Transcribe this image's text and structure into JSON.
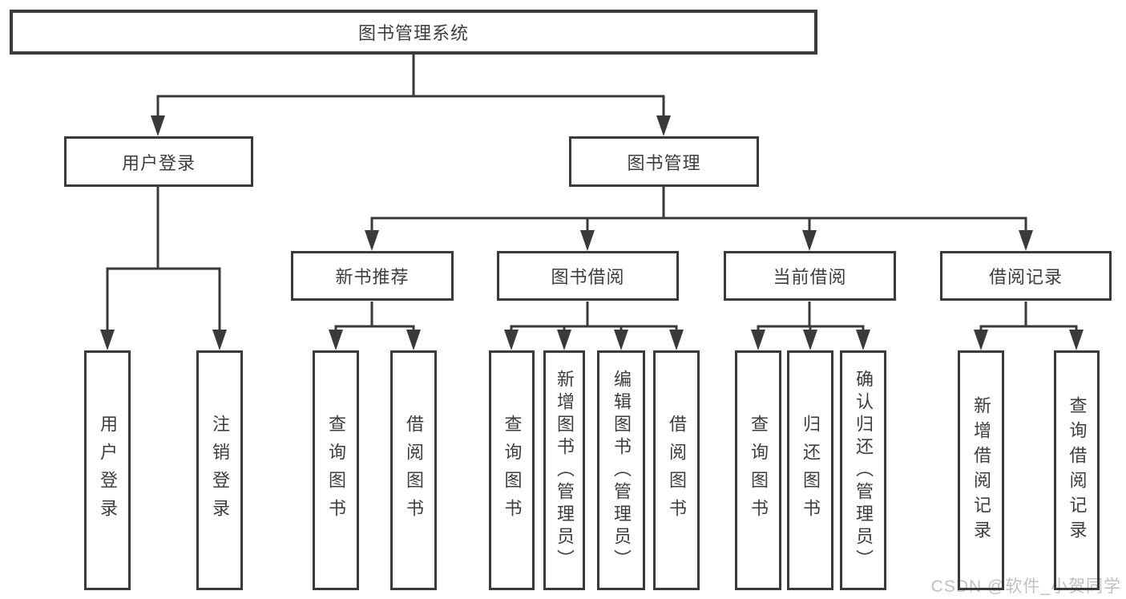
{
  "tree": {
    "root": {
      "label": "图书管理系统"
    },
    "branches": [
      {
        "label": "用户登录",
        "children": [
          {
            "label": "用户登录"
          },
          {
            "label": "注销登录"
          }
        ]
      },
      {
        "label": "图书管理",
        "groups": [
          {
            "label": "新书推荐",
            "children": [
              {
                "label": "查询图书"
              },
              {
                "label": "借阅图书"
              }
            ]
          },
          {
            "label": "图书借阅",
            "children": [
              {
                "label": "查询图书"
              },
              {
                "label": "新增图书（管理员）"
              },
              {
                "label": "编辑图书（管理员）"
              },
              {
                "label": "借阅图书"
              }
            ]
          },
          {
            "label": "当前借阅",
            "children": [
              {
                "label": "查询图书"
              },
              {
                "label": "归还图书"
              },
              {
                "label": "确认归还（管理员）"
              }
            ]
          },
          {
            "label": "借阅记录",
            "children": [
              {
                "label": "新增借阅记录"
              },
              {
                "label": "查询借阅记录"
              }
            ]
          }
        ]
      }
    ]
  },
  "watermark": {
    "text": "CSDN @软件_小贺同学"
  },
  "colors": {
    "line": "#3a3a3a",
    "box_border": "#3a3a3a",
    "text": "#3d3d3d",
    "watermark": "#c0c0c0",
    "background": "#ffffff"
  }
}
